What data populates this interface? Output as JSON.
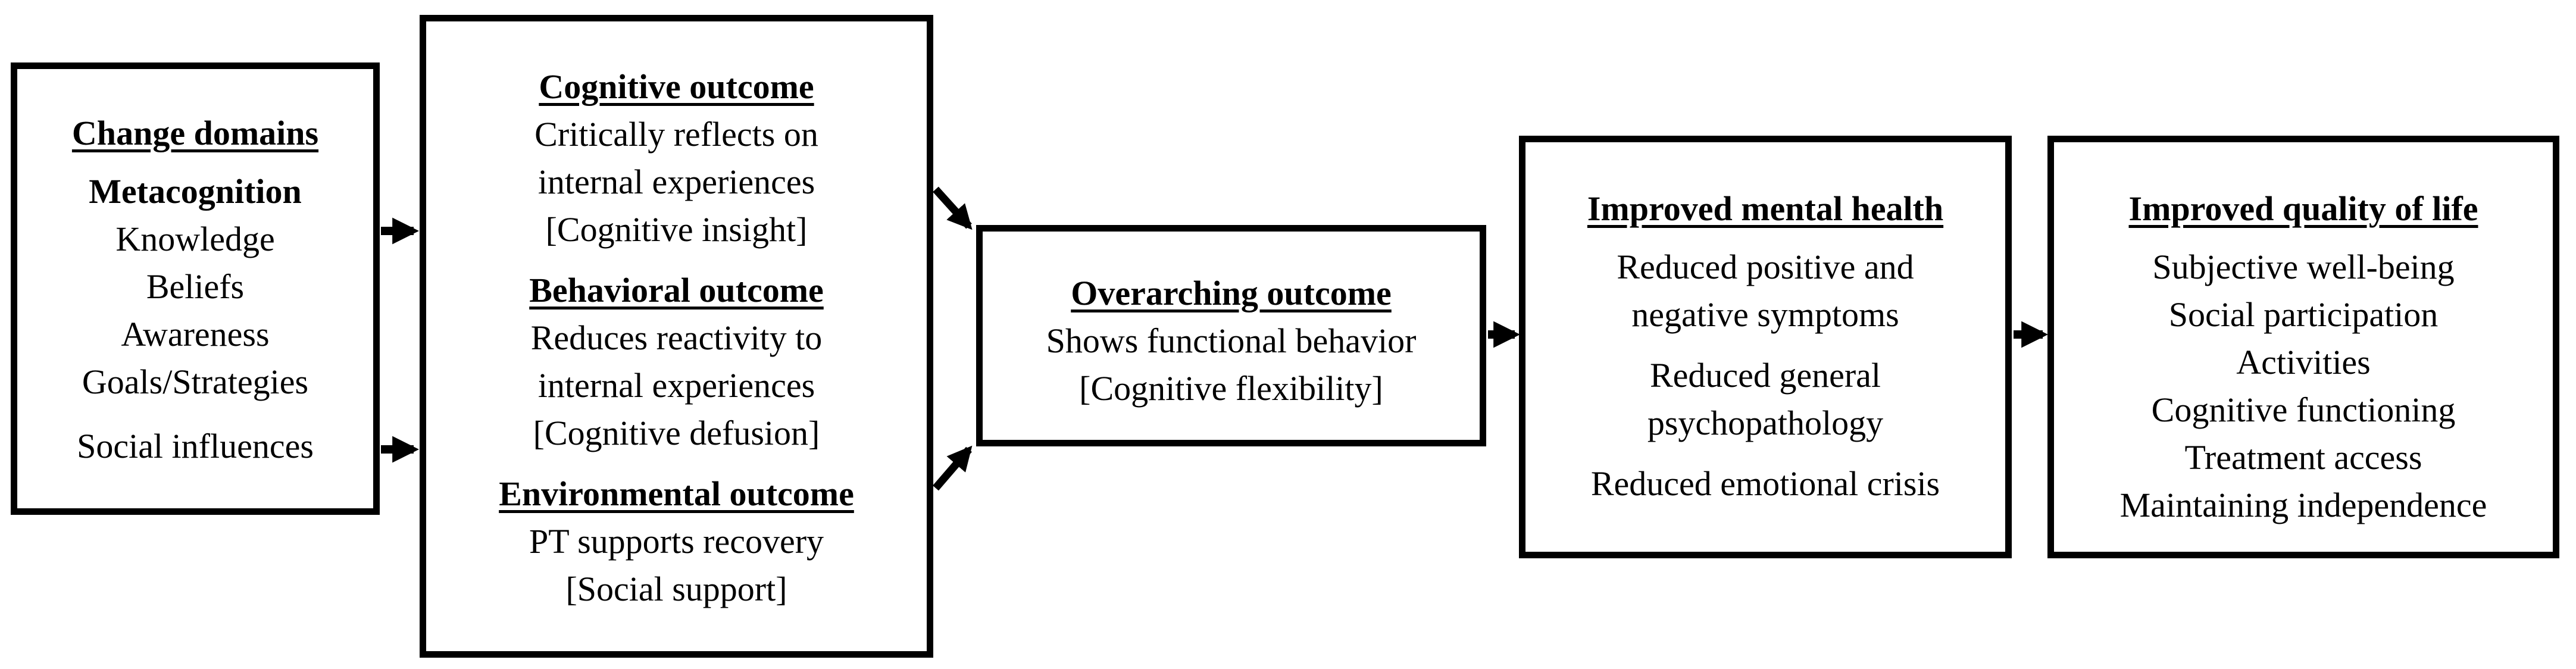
{
  "change_domains": {
    "heading": "Change domains",
    "metacognition": "Metacognition",
    "items": [
      "Knowledge",
      "Beliefs",
      "Awareness",
      "Goals/Strategies"
    ],
    "social": "Social influences"
  },
  "outcomes": {
    "cognitive": {
      "heading": "Cognitive outcome",
      "lines": [
        "Critically reflects on",
        "internal experiences",
        "[Cognitive insight]"
      ]
    },
    "behavioral": {
      "heading": "Behavioral outcome",
      "lines": [
        "Reduces reactivity to",
        "internal experiences",
        "[Cognitive defusion]"
      ]
    },
    "environmental": {
      "heading": "Environmental outcome",
      "lines": [
        "PT supports recovery",
        "[Social support]"
      ]
    }
  },
  "overarching": {
    "heading": "Overarching outcome",
    "lines": [
      "Shows functional behavior",
      "[Cognitive flexibility]"
    ]
  },
  "mental_health": {
    "heading": "Improved mental health",
    "lines": [
      "Reduced positive and",
      "negative symptoms",
      "Reduced general",
      "psychopathology",
      "Reduced emotional crisis"
    ]
  },
  "quality_of_life": {
    "heading": "Improved quality of life",
    "lines": [
      "Subjective well-being",
      "Social participation",
      "Activities",
      "Cognitive functioning",
      "Treatment access",
      "Maintaining independence"
    ]
  }
}
